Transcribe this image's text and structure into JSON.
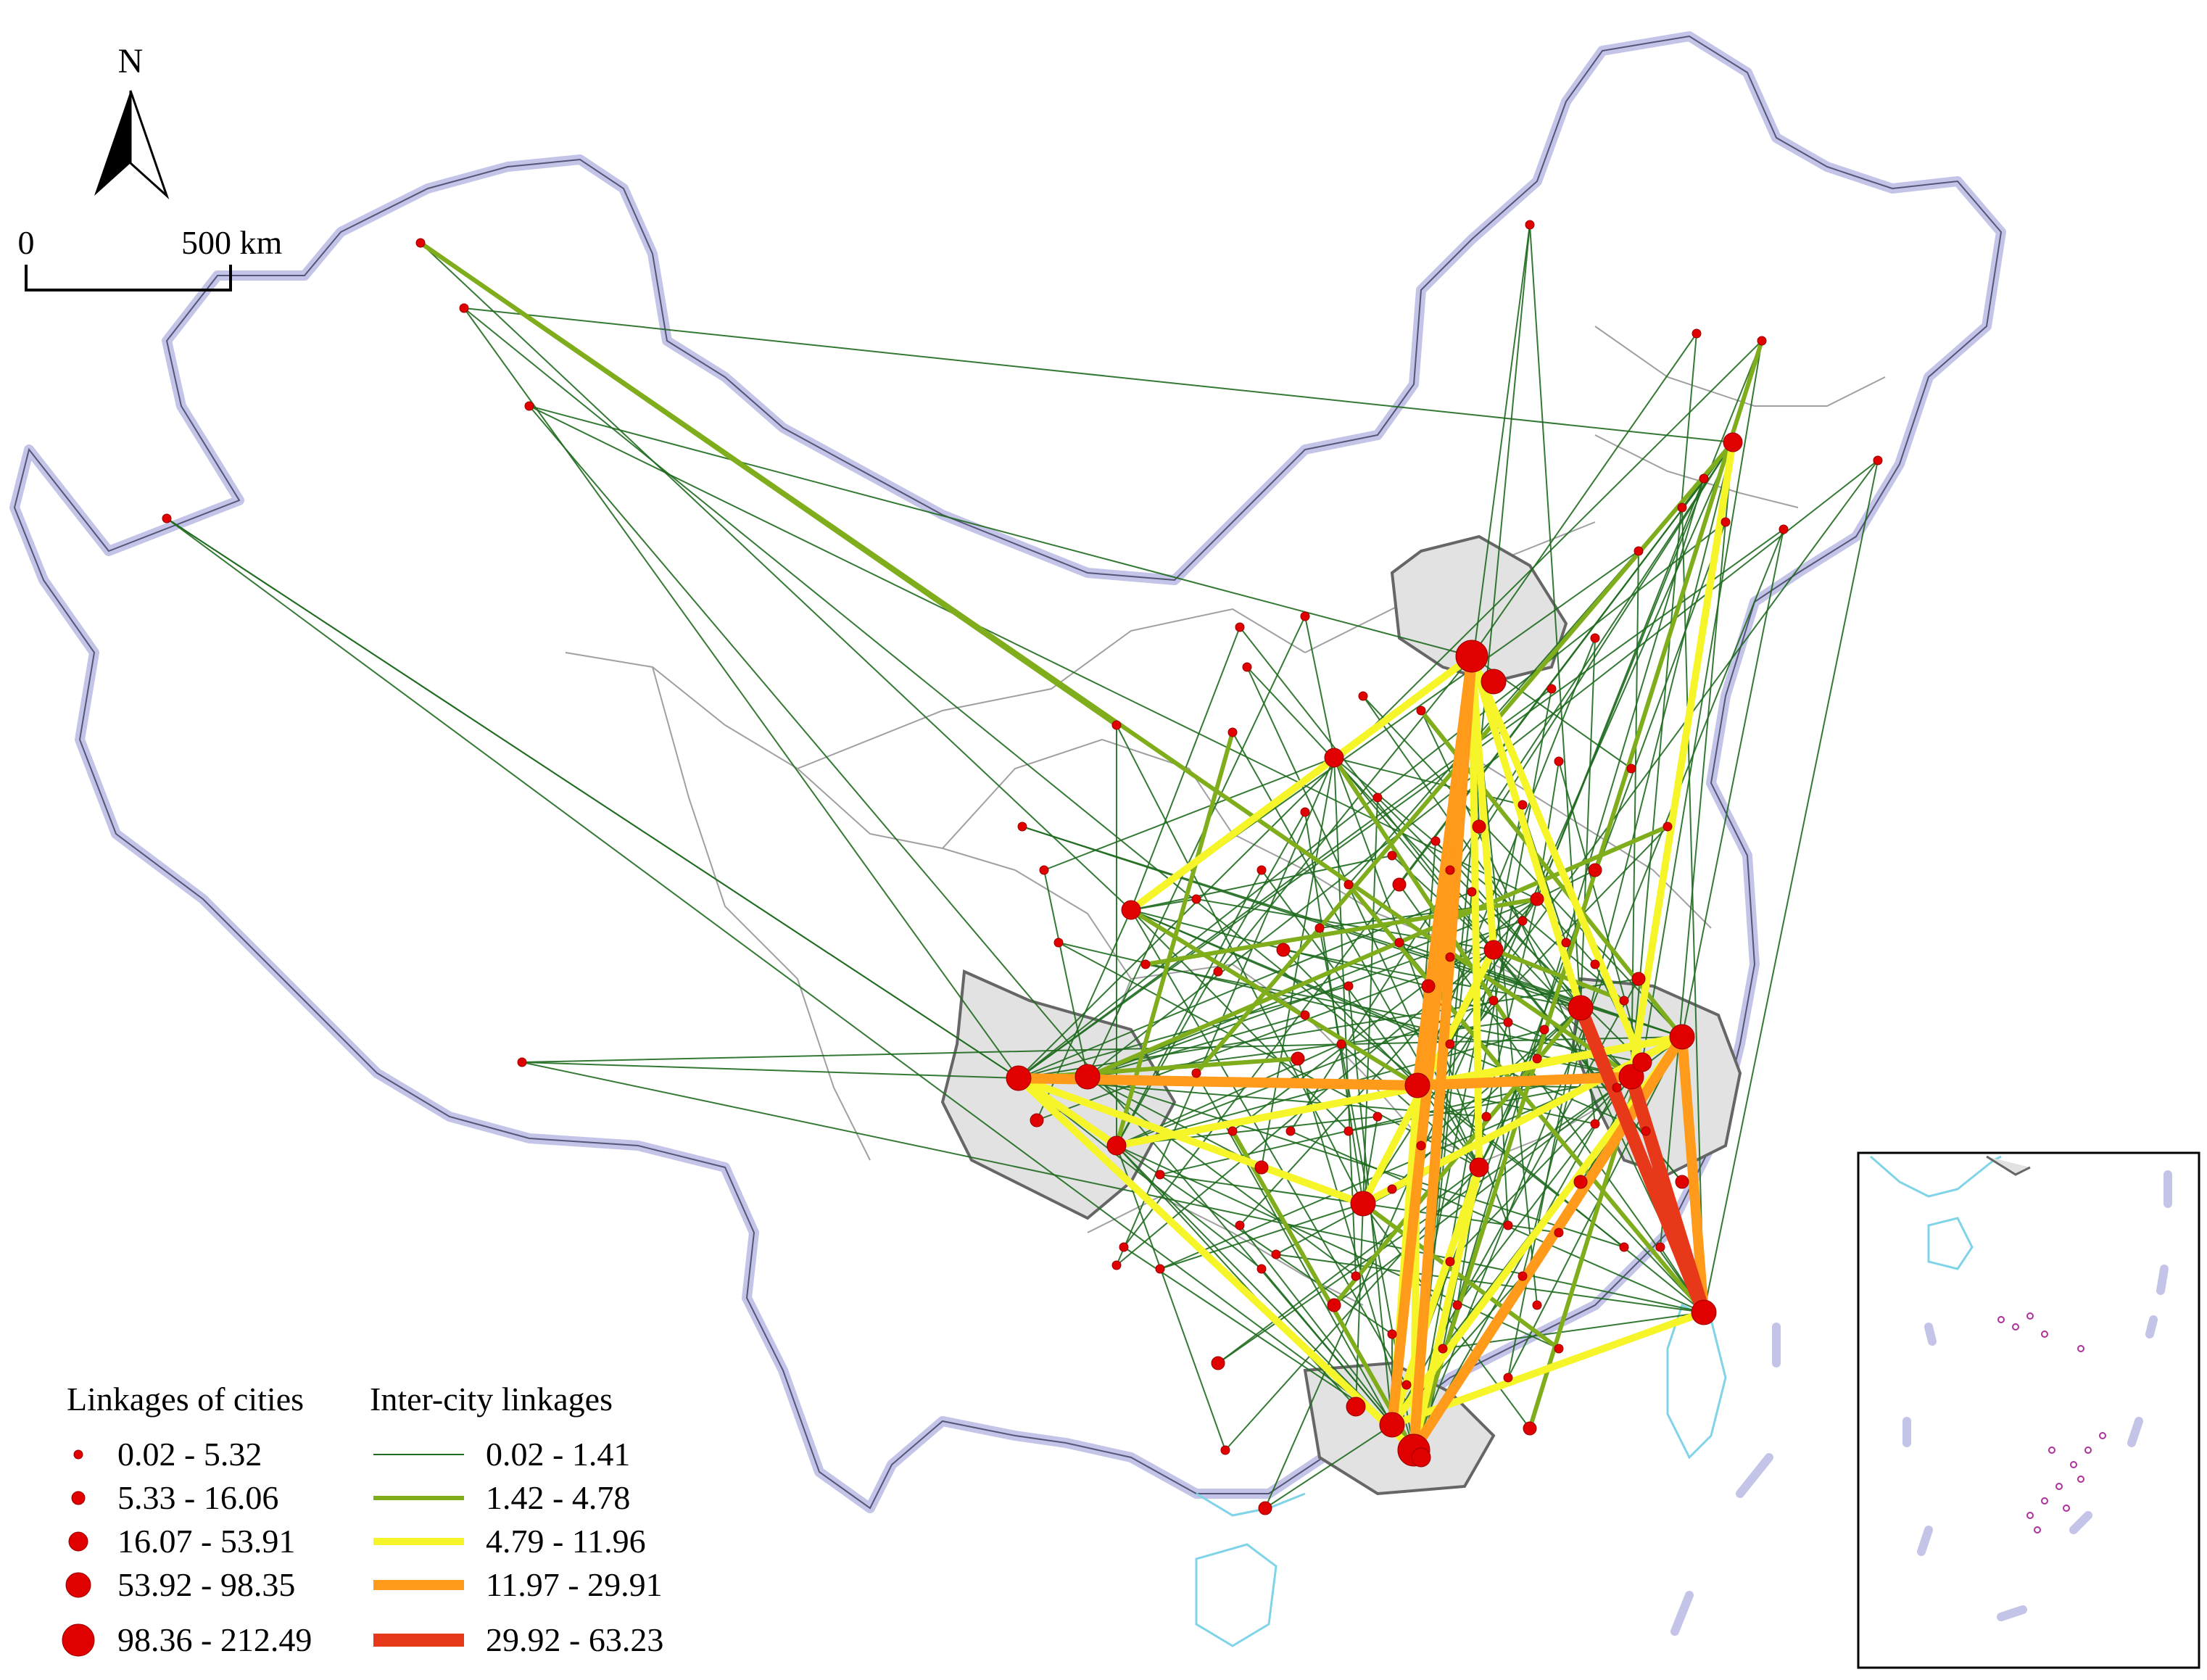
{
  "north_arrow": {
    "label": "N"
  },
  "scale_bar": {
    "start_label": "0",
    "end_label": "500 km"
  },
  "legend": {
    "city_title": "Linkages of cities",
    "city_classes": [
      {
        "label": "0.02 - 5.32"
      },
      {
        "label": "5.33 - 16.06"
      },
      {
        "label": "16.07 - 53.91"
      },
      {
        "label": "53.92 - 98.35"
      },
      {
        "label": "98.36 - 212.49"
      }
    ],
    "link_title": "Inter-city linkages",
    "link_classes": [
      {
        "label": "0.02 - 1.41",
        "color": "#1f6b1f"
      },
      {
        "label": "1.42 - 4.78",
        "color": "#7fad1c"
      },
      {
        "label": "4.79 - 11.96",
        "color": "#f5f52a"
      },
      {
        "label": "11.97 - 29.91",
        "color": "#ff9a1a"
      },
      {
        "label": "29.92 - 63.23",
        "color": "#e8381a"
      }
    ]
  },
  "colors": {
    "city_point": "#e00000",
    "border": "#b8b8e0",
    "highlight_region": "#e0e0e0",
    "province_line": "#9a9a9a",
    "coastline": "#7fd4e8",
    "islands": "#b0309a"
  }
}
